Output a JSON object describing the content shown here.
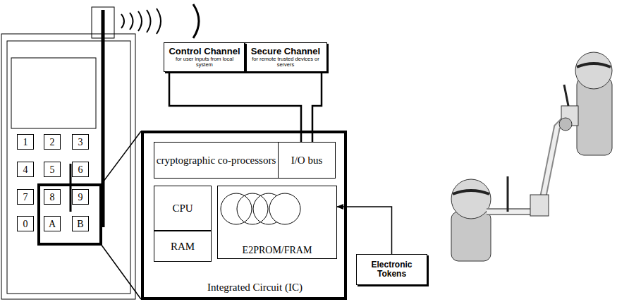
{
  "diagram": {
    "nodes": [
      {
        "text": [
          "Control Channel",
          "for user inputs from local system"
        ]
      },
      {
        "text": [
          "Secure Channel",
          "for remote trusted devices or servers"
        ]
      },
      {
        "text": [
          "Integrated Circuit (IC)"
        ]
      },
      {
        "text": [
          "cryptographic co-processors"
        ],
        "in": 2
      },
      {
        "text": [
          "I/O bus"
        ],
        "in": 2
      },
      {
        "text": [
          "CPU"
        ],
        "in": 2
      },
      {
        "text": [
          "RAM"
        ],
        "in": 2
      },
      {
        "text": [
          "E2PROM/FRAM"
        ],
        "in": 2
      },
      {
        "text": [
          "Electronic Tokens"
        ]
      },
      {
        "text": [
          "1"
        ]
      },
      {
        "text": [
          "2"
        ]
      },
      {
        "text": [
          "3"
        ]
      },
      {
        "text": [
          "4"
        ]
      },
      {
        "text": [
          "5"
        ]
      },
      {
        "text": [
          "6"
        ]
      },
      {
        "text": [
          "7"
        ]
      },
      {
        "text": [
          "8"
        ]
      },
      {
        "text": [
          "9"
        ]
      },
      {
        "text": [
          "0"
        ]
      },
      {
        "text": [
          "A"
        ]
      },
      {
        "text": [
          "B"
        ]
      }
    ],
    "edges": [
      {
        "from": 0,
        "to": 4,
        "arrow": "none"
      },
      {
        "from": 1,
        "to": 4,
        "arrow": "none"
      },
      {
        "from": 8,
        "to": 7,
        "arrow": "to"
      }
    ]
  }
}
